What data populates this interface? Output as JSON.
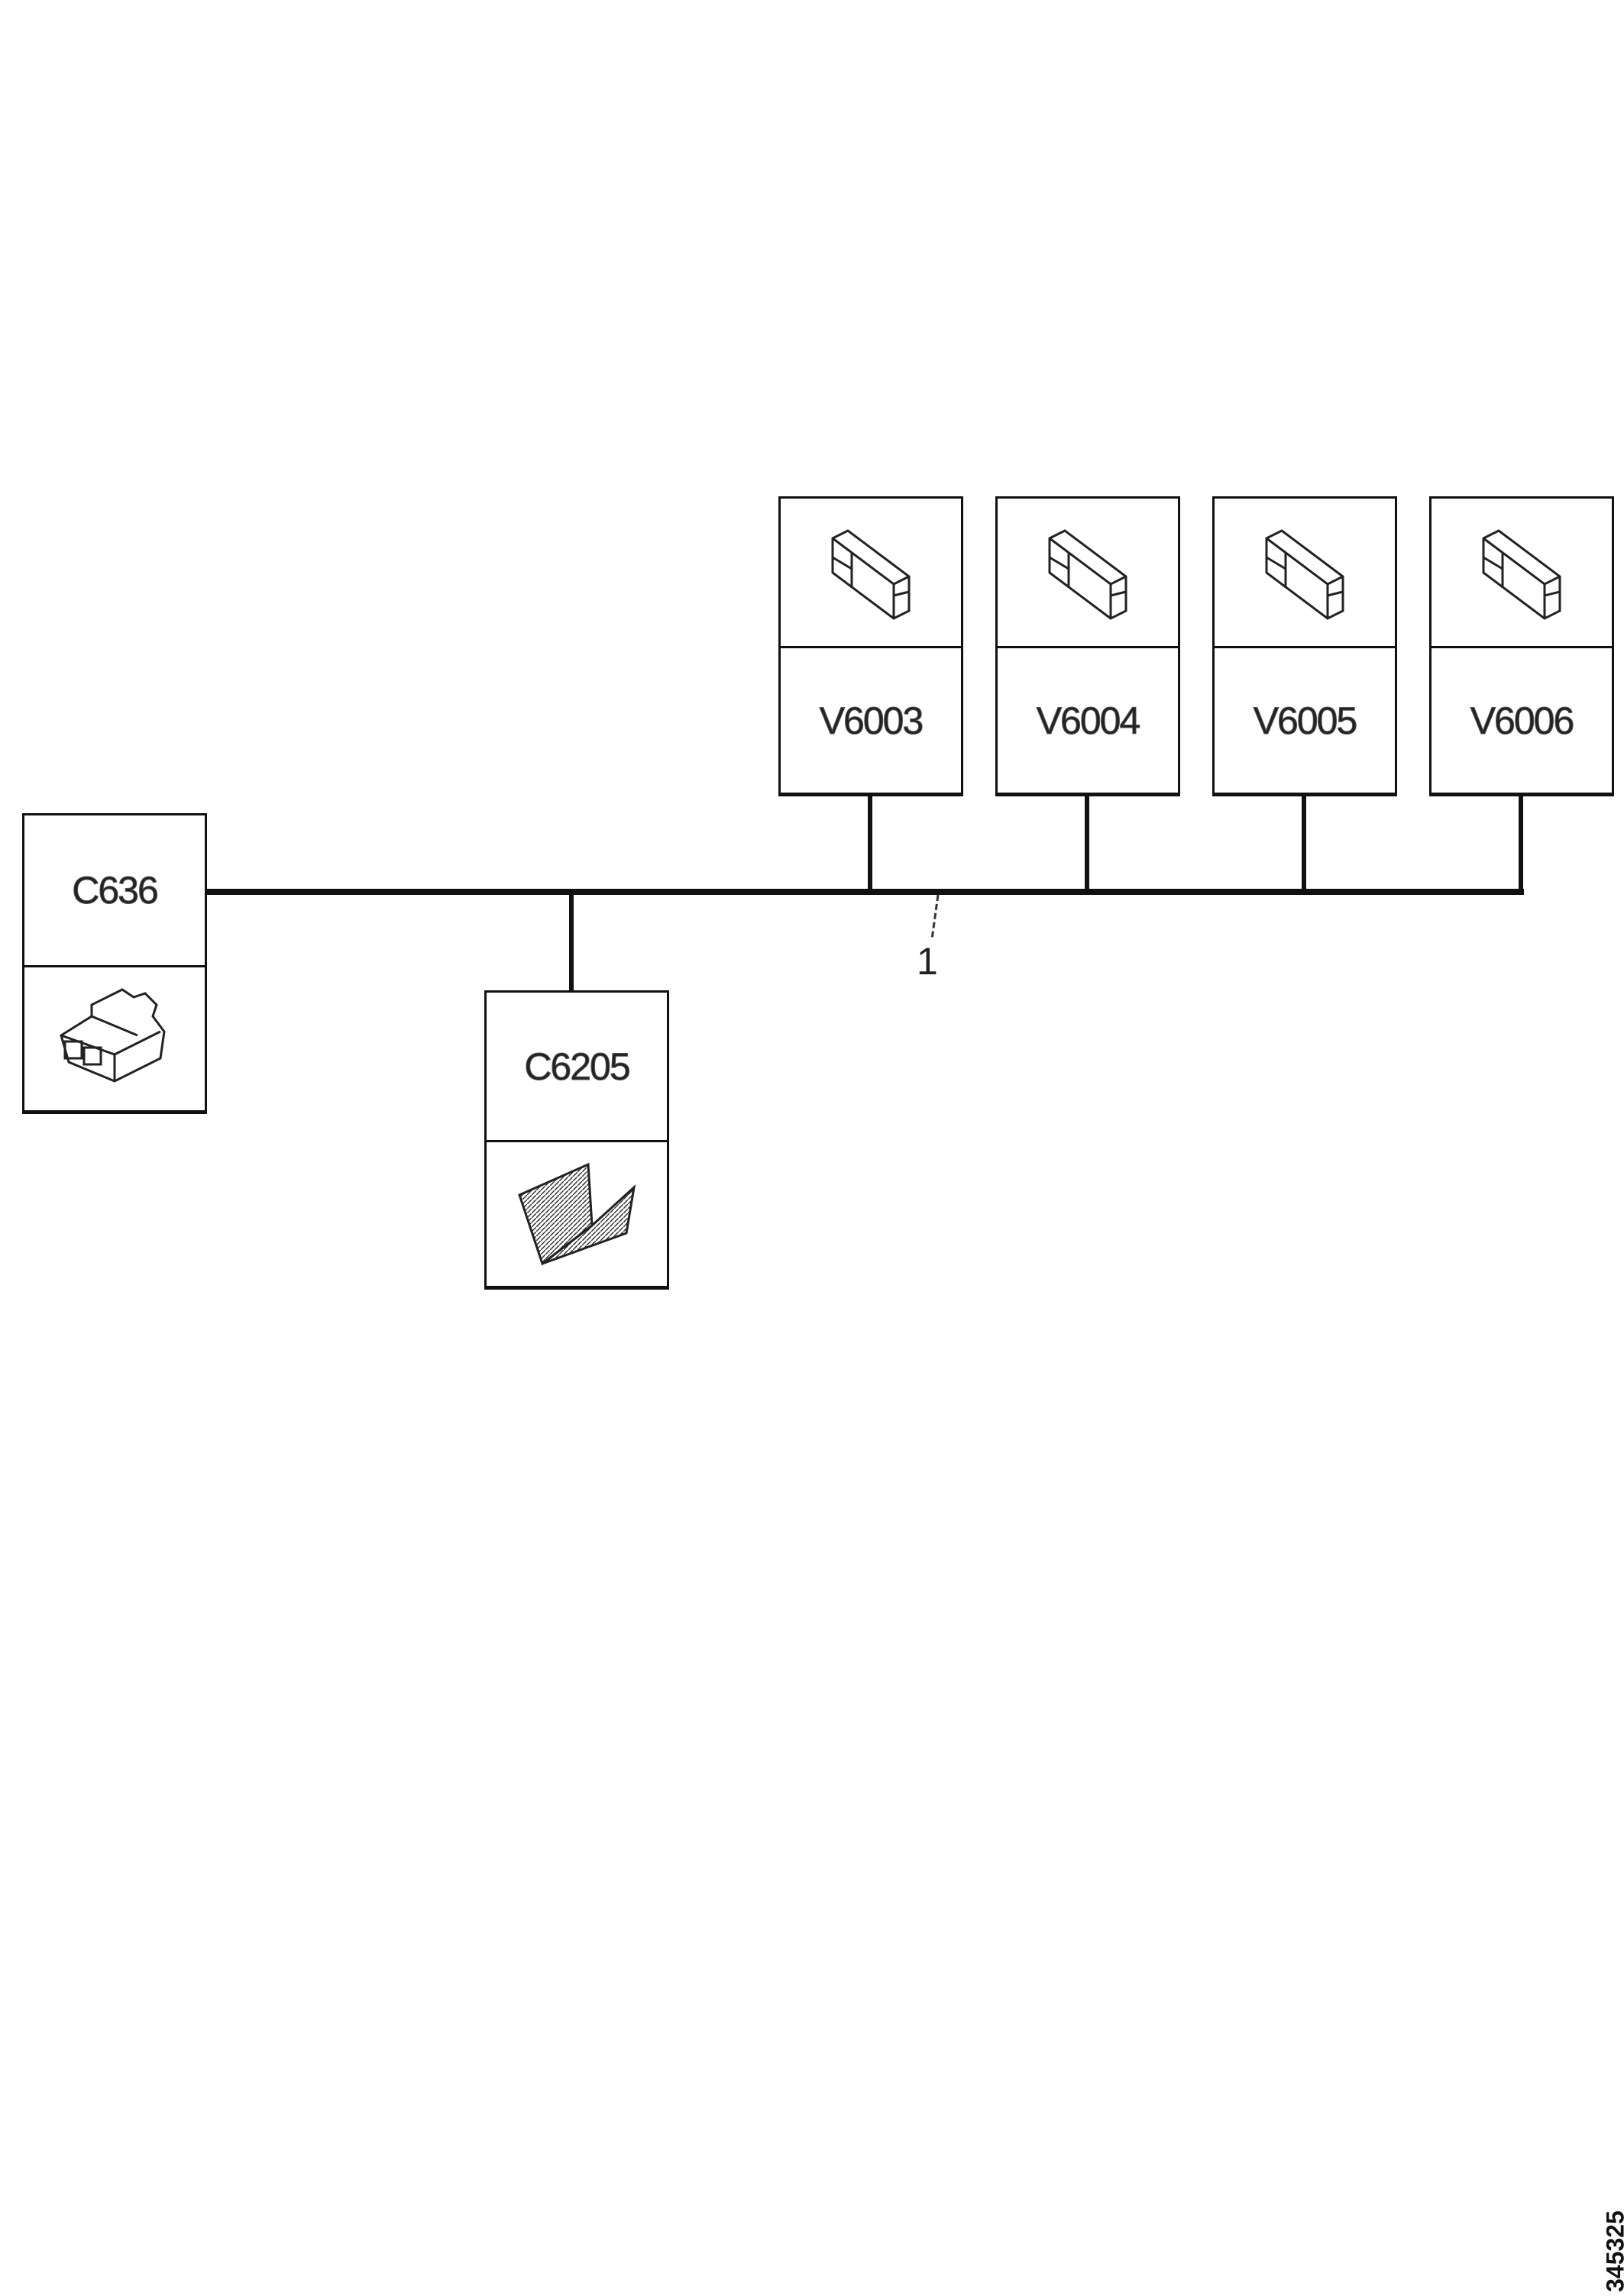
{
  "components": {
    "c636": {
      "label": "C636",
      "icon": "control-module-connector-icon"
    },
    "c6205": {
      "label": "C6205",
      "icon": "flat-cable-connector-icon"
    },
    "v6003": {
      "label": "V6003",
      "icon": "two-pin-connector-icon"
    },
    "v6004": {
      "label": "V6004",
      "icon": "two-pin-connector-icon"
    },
    "v6005": {
      "label": "V6005",
      "icon": "two-pin-connector-icon"
    },
    "v6006": {
      "label": "V6006",
      "icon": "two-pin-connector-icon"
    }
  },
  "callout": "1",
  "image_number": "345325"
}
